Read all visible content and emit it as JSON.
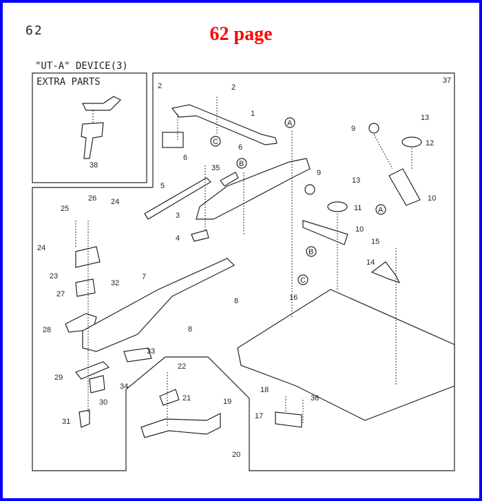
{
  "page_number": "62",
  "page_title": "62 page",
  "section_title": "\"UT-A\" DEVICE(3)",
  "extra_parts_label": "EXTRA PARTS",
  "figure_number": "37",
  "callouts": [
    "2",
    "2",
    "1",
    "A",
    "13",
    "9",
    "12",
    "C",
    "6",
    "6",
    "35",
    "B",
    "9",
    "13",
    "5",
    "11",
    "10",
    "A",
    "3",
    "10",
    "4",
    "B",
    "15",
    "14",
    "25",
    "26",
    "24",
    "24",
    "23",
    "7",
    "32",
    "27",
    "C",
    "16",
    "8",
    "8",
    "28",
    "33",
    "22",
    "29",
    "34",
    "30",
    "21",
    "19",
    "18",
    "36",
    "17",
    "31",
    "20",
    "38"
  ],
  "colors": {
    "border": "#0000ff",
    "title": "#ff0000"
  }
}
